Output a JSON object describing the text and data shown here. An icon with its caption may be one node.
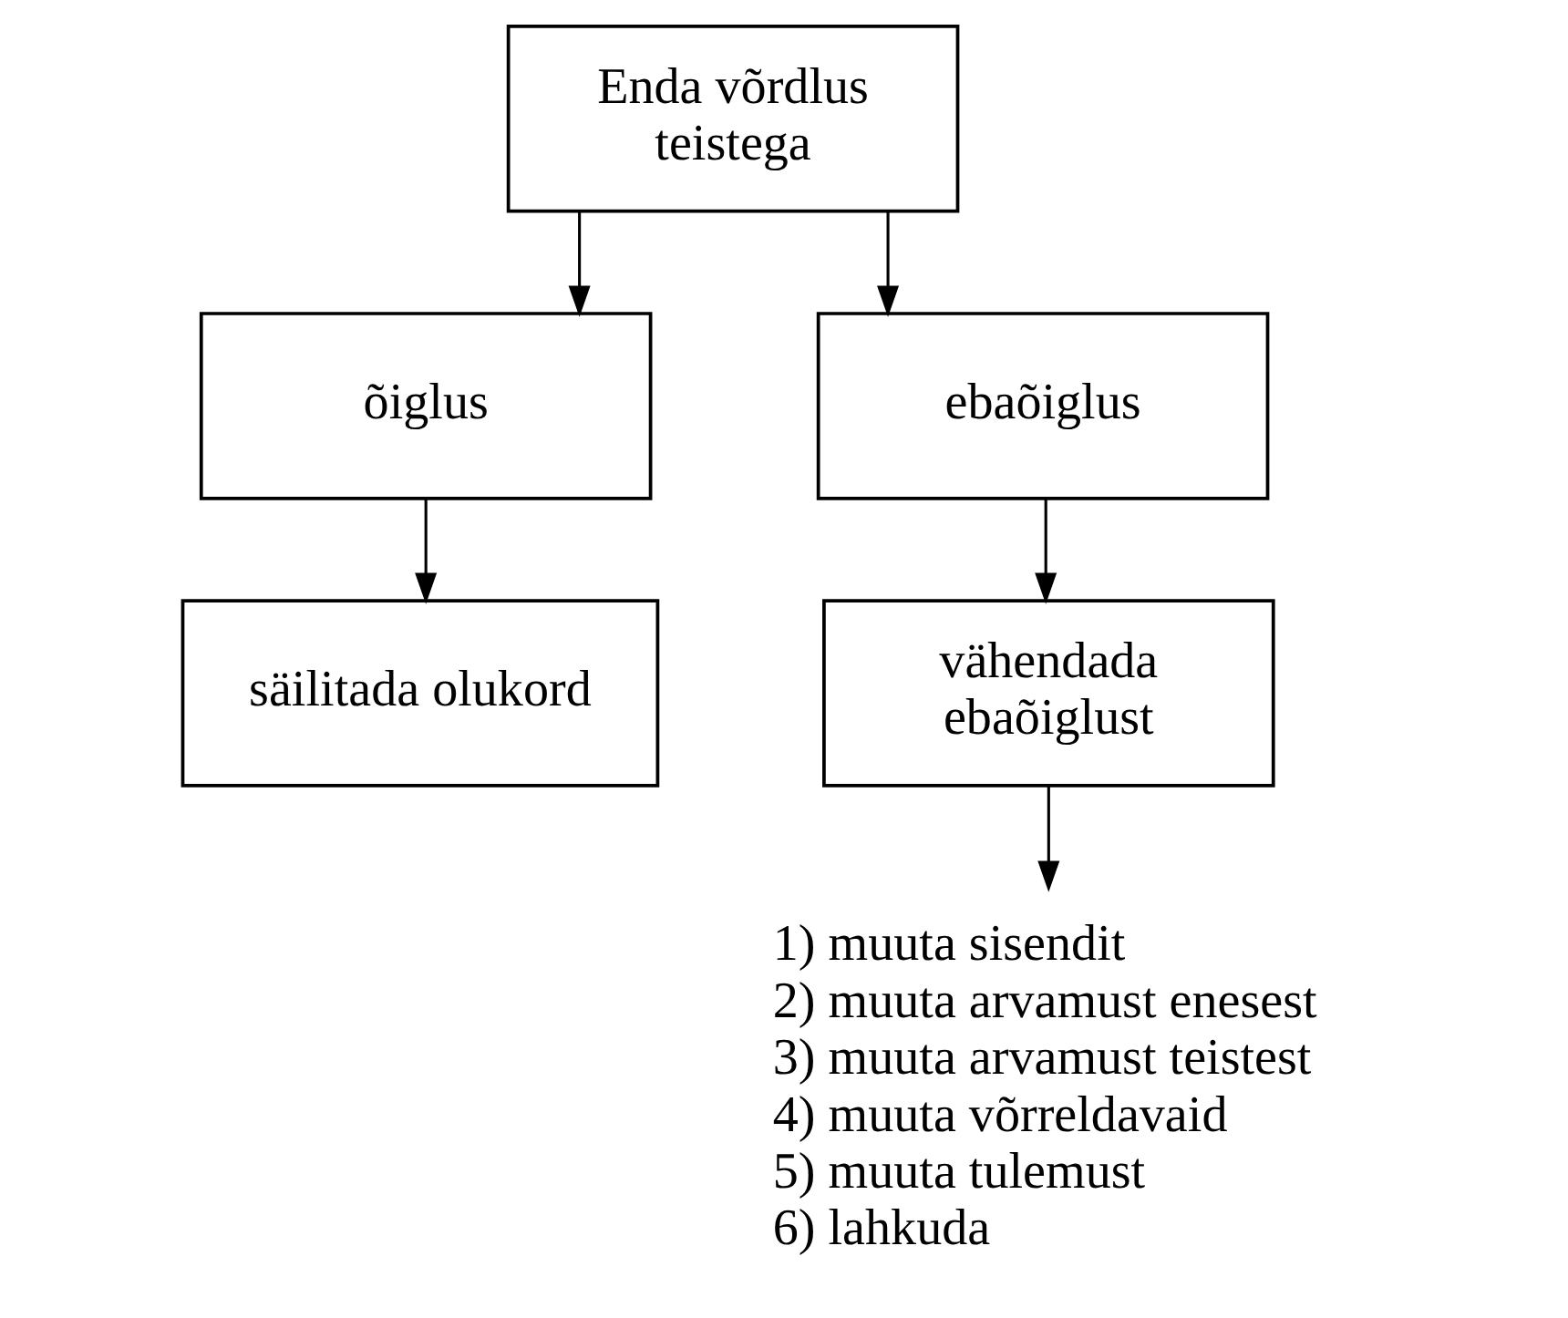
{
  "diagram": {
    "nodes": [
      {
        "text": [
          "Enda võrdlus teistega"
        ]
      },
      {
        "text": [
          "õiglus"
        ]
      },
      {
        "text": [
          "ebaõiglus"
        ]
      },
      {
        "text": [
          "säilitada olukord"
        ]
      },
      {
        "text": [
          "vähendada ebaõiglust"
        ]
      },
      {
        "text": [
          "1) muuta sisendit",
          "2) muuta arvamust enesest",
          "3) muuta arvamust teistest",
          "4) muuta võrreldavaid",
          "5) muuta tulemust",
          "6) lahkuda"
        ]
      }
    ],
    "edges": [
      {
        "from": 0,
        "to": 1,
        "arrow": "to"
      },
      {
        "from": 0,
        "to": 2,
        "arrow": "to"
      },
      {
        "from": 1,
        "to": 3,
        "arrow": "to"
      },
      {
        "from": 2,
        "to": 4,
        "arrow": "to"
      },
      {
        "from": 4,
        "to": 5,
        "arrow": "to"
      }
    ]
  }
}
